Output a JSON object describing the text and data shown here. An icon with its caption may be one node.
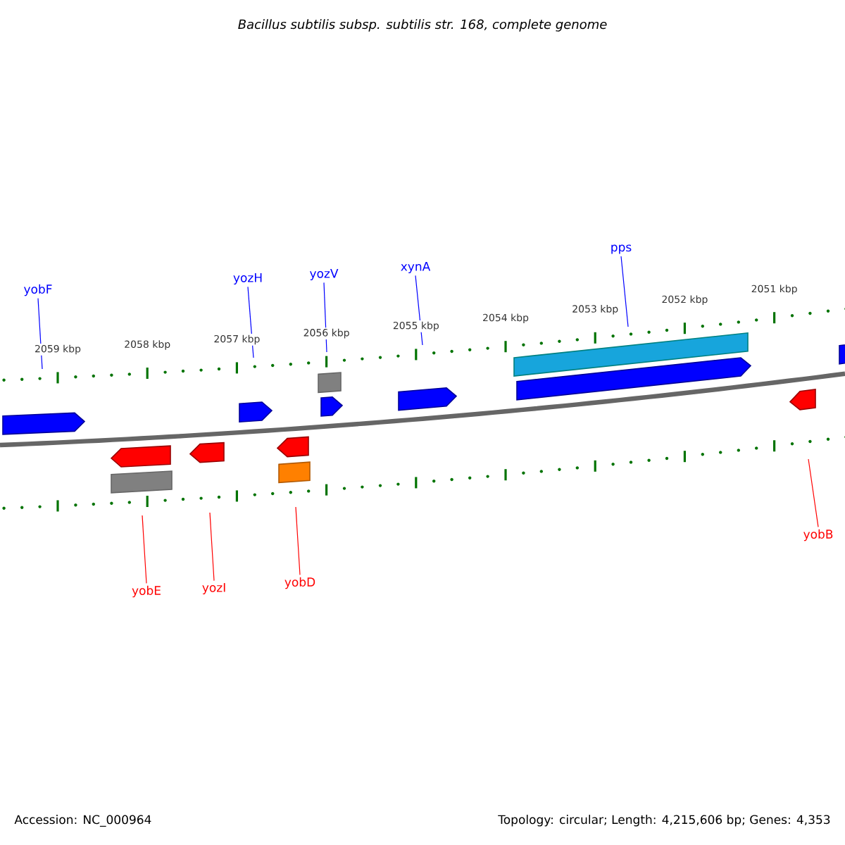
{
  "diagram": {
    "title": "Bacillus subtilis subsp. subtilis str. 168, complete genome",
    "nodes": [
      {
        "text": [
          "yobF"
        ]
      },
      {
        "text": [
          "yozH"
        ]
      },
      {
        "text": [
          "yozV"
        ]
      },
      {
        "text": [
          "xynA"
        ]
      },
      {
        "text": [
          "pps"
        ]
      },
      {
        "text": [
          "yobE"
        ]
      },
      {
        "text": [
          "yozI"
        ]
      },
      {
        "text": [
          "yobD"
        ]
      },
      {
        "text": [
          "yobB"
        ]
      }
    ],
    "edges": [
      {
        "from": 0,
        "to": null,
        "arrow": "none"
      },
      {
        "from": 1,
        "to": null,
        "arrow": "none"
      },
      {
        "from": 2,
        "to": null,
        "arrow": "none"
      },
      {
        "from": 3,
        "to": null,
        "arrow": "none"
      },
      {
        "from": 4,
        "to": null,
        "arrow": "none"
      },
      {
        "from": 5,
        "to": null,
        "arrow": "none",
        "color": "#ff0000"
      },
      {
        "from": 6,
        "to": null,
        "arrow": "none",
        "color": "#ff0000"
      },
      {
        "from": 7,
        "to": null,
        "arrow": "none",
        "color": "#ff0000"
      },
      {
        "from": 8,
        "to": null,
        "arrow": "none",
        "color": "#ff0000"
      }
    ],
    "labels": [
      "2059 kbp",
      "2058 kbp",
      "2057 kbp",
      "2056 kbp",
      "2055 kbp",
      "2054 kbp",
      "2053 kbp",
      "2052 kbp",
      "2051 kbp",
      "Accession: NC_000964",
      "Topology: circular; Length: 4,215,606 bp; Genes: 4,353"
    ]
  }
}
